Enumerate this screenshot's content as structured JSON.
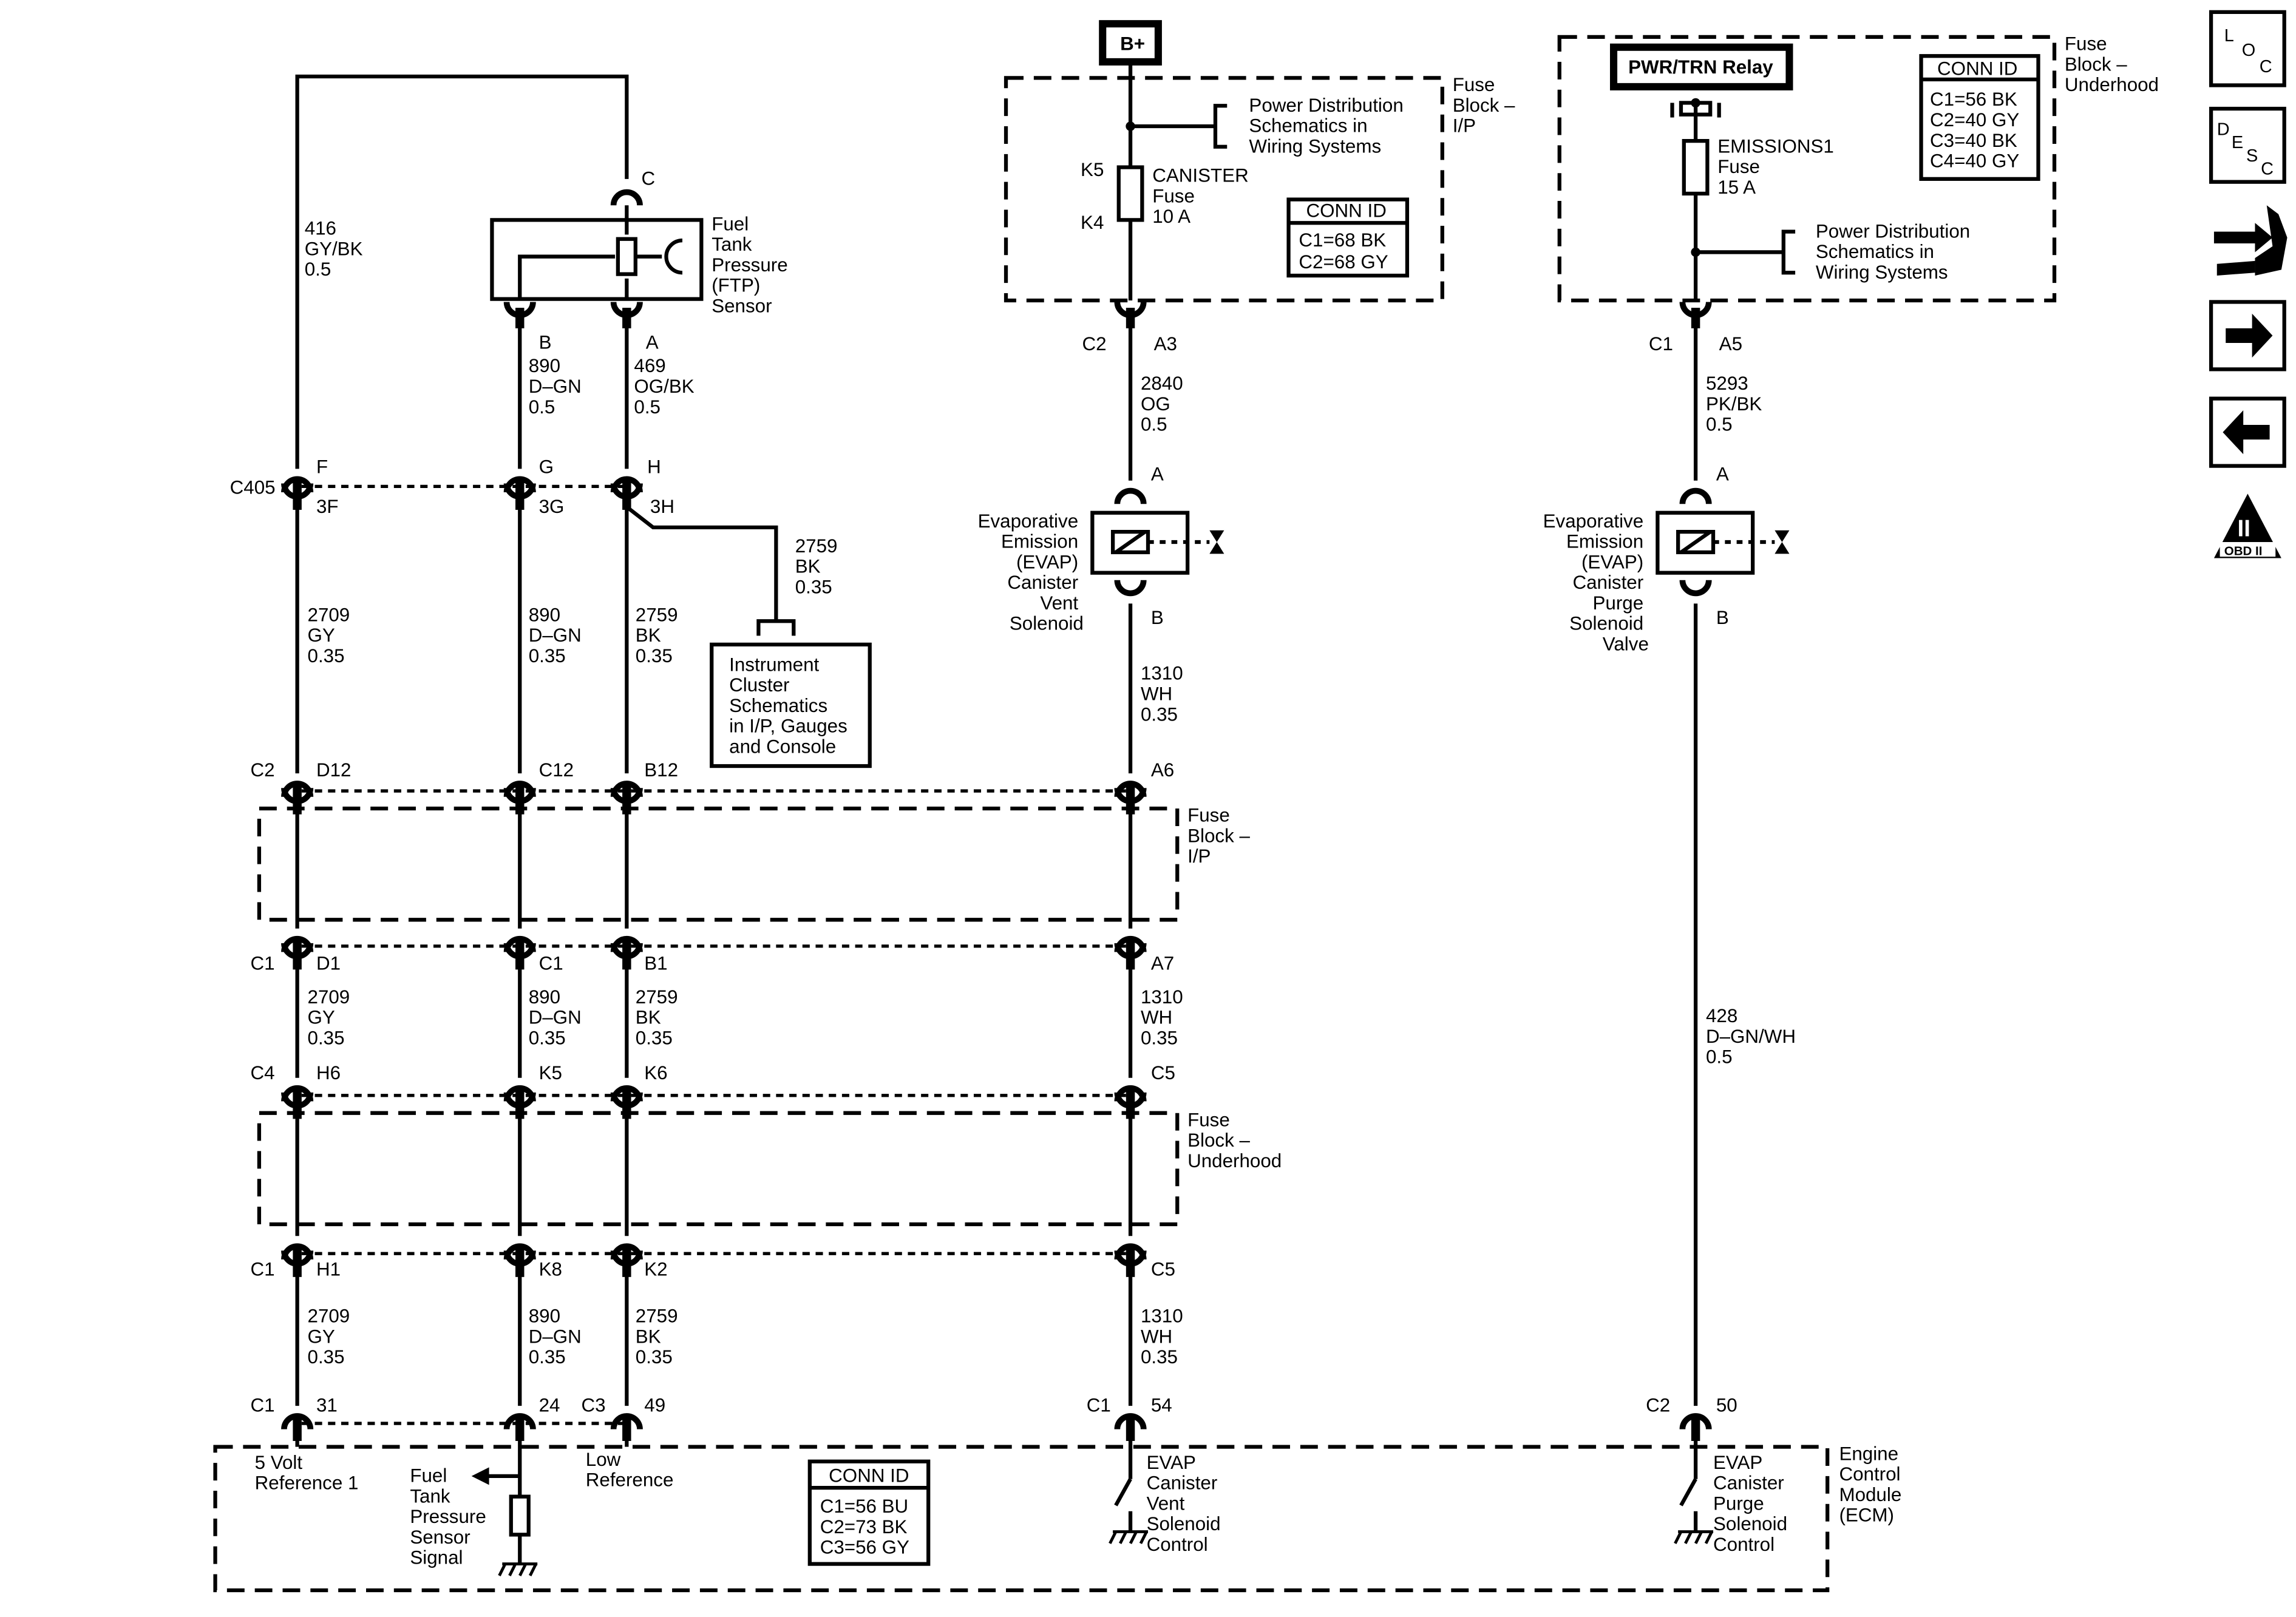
{
  "nav": {
    "loc": [
      "L",
      "O",
      "C"
    ],
    "desc": [
      "D",
      "E",
      "S",
      "C"
    ],
    "obd": [
      "II",
      "OBD II"
    ]
  },
  "top": {
    "bplus": "B+",
    "fuse_block_ip": [
      "Fuse",
      "Block –",
      "I/P"
    ],
    "power_dist_1": [
      "Power Distribution",
      "Schematics in",
      "Wiring Systems"
    ],
    "canister_fuse": [
      "CANISTER",
      "Fuse",
      "10 A"
    ],
    "k5": "K5",
    "k4": "K4",
    "conn_ip": [
      "CONN ID",
      "C1=68 BK",
      "C2=68 GY"
    ],
    "pwr_relay": "PWR/TRN Relay",
    "emissions_fuse": [
      "EMISSIONS1",
      "Fuse",
      "15 A"
    ],
    "power_dist_2": [
      "Power Distribution",
      "Schematics in",
      "Wiring Systems"
    ],
    "conn_uh": [
      "CONN ID",
      "C1=56 BK",
      "C2=40 GY",
      "C3=40 BK",
      "C4=40 GY"
    ],
    "fuse_block_uh": [
      "Fuse",
      "Block –",
      "Underhood"
    ]
  },
  "sensor": {
    "pin_c": "C",
    "name": [
      "Fuel",
      "Tank",
      "Pressure",
      "(FTP)",
      "Sensor"
    ],
    "pin_b": "B",
    "pin_a": "A",
    "wire_416": [
      "416",
      "GY/BK",
      "0.5"
    ],
    "wire_890": [
      "890",
      "D–GN",
      "0.5"
    ],
    "wire_469": [
      "469",
      "OG/BK",
      "0.5"
    ]
  },
  "c405": {
    "name": "C405",
    "f": "F",
    "g": "G",
    "h": "H",
    "f3": "3F",
    "g3": "3G",
    "h3": "3H",
    "wire_2759": [
      "2759",
      "BK",
      "0.35"
    ]
  },
  "cluster": [
    "Instrument",
    "Cluster",
    "Schematics",
    "in I/P, Gauges",
    "and Console"
  ],
  "mid": {
    "w1": [
      "2709",
      "GY",
      "0.35"
    ],
    "w2": [
      "890",
      "D–GN",
      "0.35"
    ],
    "w3": [
      "2759",
      "BK",
      "0.35"
    ]
  },
  "fb_ip": {
    "c2": "C2",
    "d12": "D12",
    "c12": "C12",
    "b12": "B12",
    "a6": "A6",
    "label": [
      "Fuse",
      "Block –",
      "I/P"
    ],
    "c1": "C1",
    "d1": "D1",
    "c1b": "C1",
    "b1": "B1",
    "a7": "A7"
  },
  "w_ip": {
    "w1": [
      "2709",
      "GY",
      "0.35"
    ],
    "w2": [
      "890",
      "D–GN",
      "0.35"
    ],
    "w3": [
      "2759",
      "BK",
      "0.35"
    ],
    "w4": [
      "1310",
      "WH",
      "0.35"
    ]
  },
  "fb_uh": {
    "c4": "C4",
    "h6": "H6",
    "k5": "K5",
    "k6": "K6",
    "c5top": "C5",
    "label": [
      "Fuse",
      "Block –",
      "Underhood"
    ],
    "c1": "C1",
    "h1": "H1",
    "k8": "K8",
    "k2": "K2",
    "c5bot": "C5"
  },
  "w_bot": {
    "w1": [
      "2709",
      "GY",
      "0.35"
    ],
    "w2": [
      "890",
      "D–GN",
      "0.35"
    ],
    "w3": [
      "2759",
      "BK",
      "0.35"
    ],
    "w4": [
      "1310",
      "WH",
      "0.35"
    ]
  },
  "vent": {
    "c2": "C2",
    "a3": "A3",
    "wire_2840": [
      "2840",
      "OG",
      "0.5"
    ],
    "pin_a": "A",
    "name": [
      "Evaporative",
      "Emission",
      "(EVAP)",
      "Canister",
      "Vent",
      "Solenoid"
    ],
    "pin_b": "B",
    "wire_1310": [
      "1310",
      "WH",
      "0.35"
    ]
  },
  "purge": {
    "c1": "C1",
    "a5": "A5",
    "wire_5293": [
      "5293",
      "PK/BK",
      "0.5"
    ],
    "pin_a": "A",
    "name": [
      "Evaporative",
      "Emission",
      "(EVAP)",
      "Canister",
      "Purge",
      "Solenoid",
      "Valve"
    ],
    "pin_b": "B",
    "wire_428": [
      "428",
      "D–GN/WH",
      "0.5"
    ]
  },
  "ecm": {
    "c1a": "C1",
    "p31": "31",
    "p24": "24",
    "c3": "C3",
    "p49": "49",
    "c1b": "C1",
    "p54": "54",
    "c2": "C2",
    "p50": "50",
    "ref5v": [
      "5 Volt",
      "Reference 1"
    ],
    "ftp_signal": [
      "Fuel",
      "Tank",
      "Pressure",
      "Sensor",
      "Signal"
    ],
    "low_ref": [
      "Low",
      "Reference"
    ],
    "conn": [
      "CONN ID",
      "C1=56 BU",
      "C2=73 BK",
      "C3=56 GY"
    ],
    "vent_ctrl": [
      "EVAP",
      "Canister",
      "Vent",
      "Solenoid",
      "Control"
    ],
    "purge_ctrl": [
      "EVAP",
      "Canister",
      "Purge",
      "Solenoid",
      "Control"
    ],
    "module": [
      "Engine",
      "Control",
      "Module",
      "(ECM)"
    ]
  }
}
